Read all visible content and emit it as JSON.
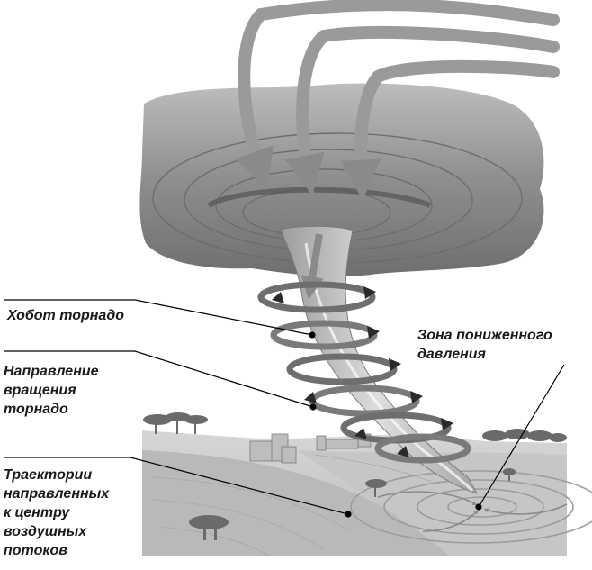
{
  "labels": {
    "trunk": "Хобот торнадо",
    "rotation": "Направление\nвращения\nторнадо",
    "trajectories": "Траектории\nнаправленных\nк центру\nвоздушных\nпотоков",
    "low_pressure": "Зона пониженного\nдавления"
  },
  "colors": {
    "cloud": "#8c8c8c",
    "cloud_light": "#b5b5b5",
    "ground": "#c9c9c9",
    "field": "#b2b2b2",
    "arrow": "#9a9a9a",
    "ring": "#7a7a7a",
    "leader": "#000000"
  }
}
